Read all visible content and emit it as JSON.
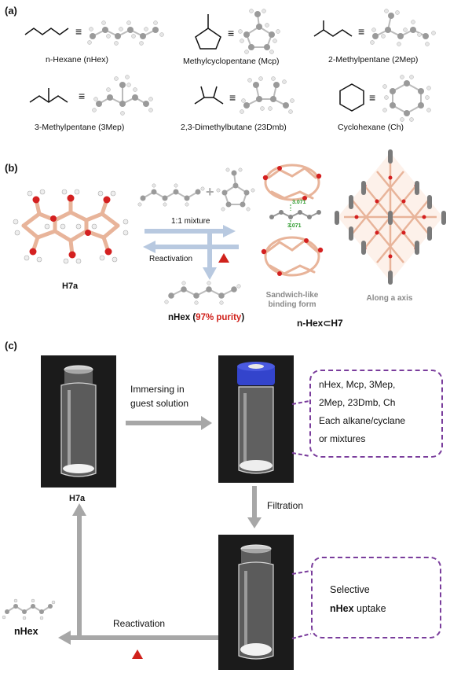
{
  "panel_a": {
    "label": "(a)",
    "molecules": [
      {
        "name": "n-Hexane (nHex)"
      },
      {
        "name": "Methylcyclopentane (Mcp)"
      },
      {
        "name": "2-Methylpentane (2Mep)"
      },
      {
        "name": "3-Methylpentane (3Mep)"
      },
      {
        "name": "2,3-Dimethylbutane (23Dmb)"
      },
      {
        "name": "Cyclohexane (Ch)"
      }
    ]
  },
  "panel_b": {
    "label": "(b)",
    "host_label": "H7a",
    "mixture_label": "1:1 mixture",
    "reactivation_label": "Reactivation",
    "product_name": "nHex",
    "product_purity": "97% purity",
    "distance_1": "3.071",
    "distance_2": "3.071",
    "binding_caption_line1": "Sandwich-like",
    "binding_caption_line2": "binding form",
    "axis_caption": "Along a axis",
    "complex_label": "n-Hex⊂H7"
  },
  "panel_c": {
    "label": "(c)",
    "immersing_line1": "Immersing in",
    "immersing_line2": "guest solution",
    "host_label": "H7a",
    "guest_list": [
      "nHex, Mcp, 3Mep,",
      "2Mep, 23Dmb, Ch",
      "Each alkane/cyclane",
      "or mixtures"
    ],
    "filtration_label": "Filtration",
    "selective_line1": "Selective",
    "selective_bold": "nHex",
    "selective_rest": " uptake",
    "reactivation_label": "Reactivation",
    "product_name": "nHex"
  },
  "colors": {
    "arrow_gray": "#a7a7a7",
    "box_purple": "#7a3d9c",
    "highlight_red": "#d0221c",
    "carbon_ball": "#9a9a9a",
    "host_carbon": "#e8b49a",
    "oxygen": "#d42020",
    "vial_cap_blue": "#3344cc"
  }
}
